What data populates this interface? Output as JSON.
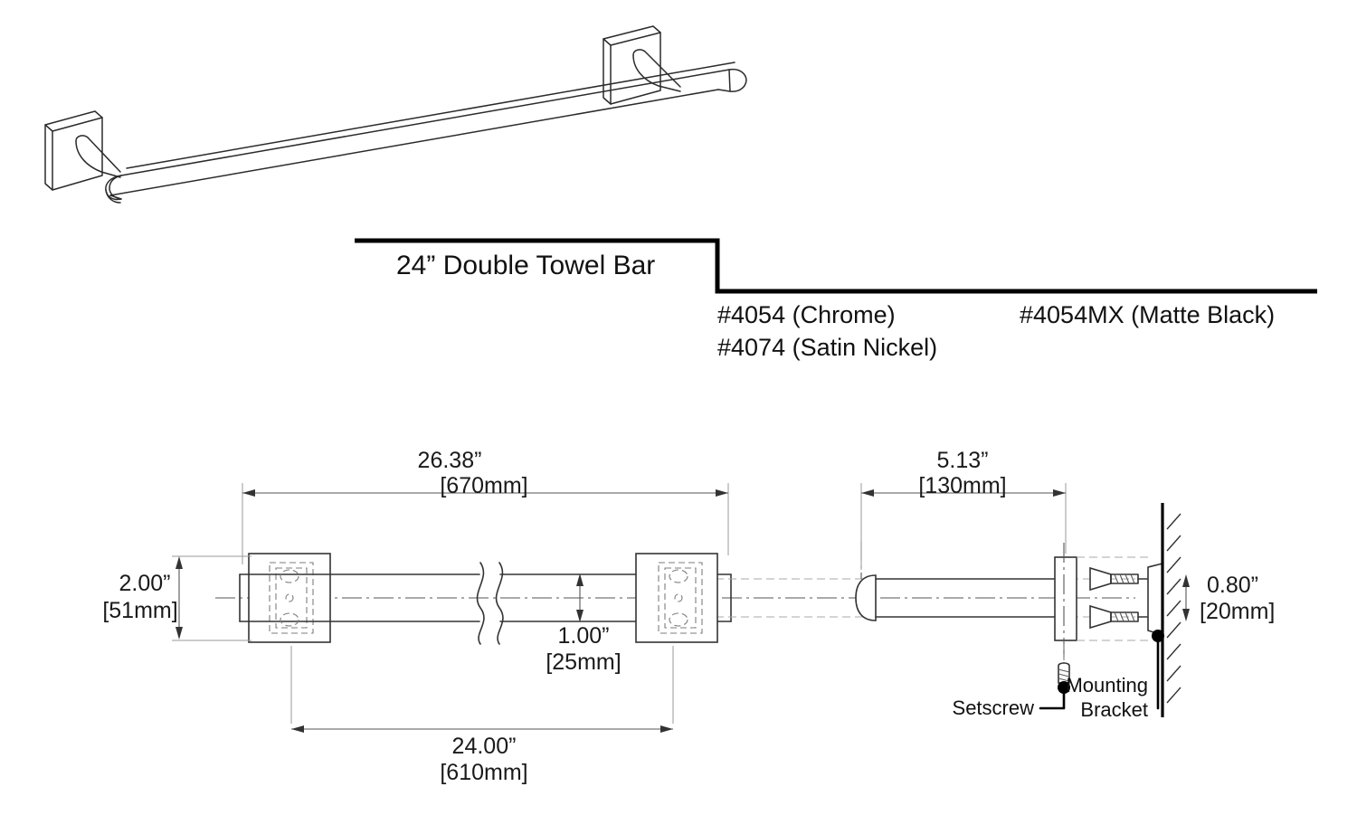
{
  "document": {
    "title": "24”  Double Towel Bar",
    "product_type": "towel-bar-specification-drawing"
  },
  "title_block": {
    "product_title": "24”  Double Towel Bar",
    "models": [
      {
        "code": "#4054",
        "finish": "(Chrome)",
        "label": "#4054 (Chrome)"
      },
      {
        "code": "#4074",
        "finish": "(Satin Nickel)",
        "label": "#4074 (Satin Nickel)"
      },
      {
        "code": "#4054MX",
        "finish": "(Matte Black)",
        "label": "#4054MX (Matte Black)"
      }
    ],
    "model_left_line1": "#4054 (Chrome)",
    "model_left_line2": "#4074 (Satin Nickel)",
    "model_right_line1": "#4054MX (Matte Black)"
  },
  "dimensions": {
    "overall_length": {
      "imperial": "26.38”",
      "metric": "[670mm]"
    },
    "bracket_height": {
      "imperial": "2.00”",
      "metric": "[51mm]"
    },
    "bar_diameter": {
      "imperial": "1.00”",
      "metric": "[25mm]"
    },
    "center_to_center": {
      "imperial": "24.00”",
      "metric": "[610mm]"
    },
    "projection": {
      "imperial": "5.13”",
      "metric": "[130mm]"
    },
    "bracket_depth": {
      "imperial": "0.80”",
      "metric": "[20mm]"
    }
  },
  "callouts": {
    "setscrew": "Setscrew",
    "mounting_bracket_line1": "Mounting",
    "mounting_bracket_line2": "Bracket"
  },
  "colors": {
    "line": "#333333",
    "rule": "#000000",
    "dimension": "#555555",
    "hidden": "#7d7d7d",
    "background": "#ffffff"
  }
}
